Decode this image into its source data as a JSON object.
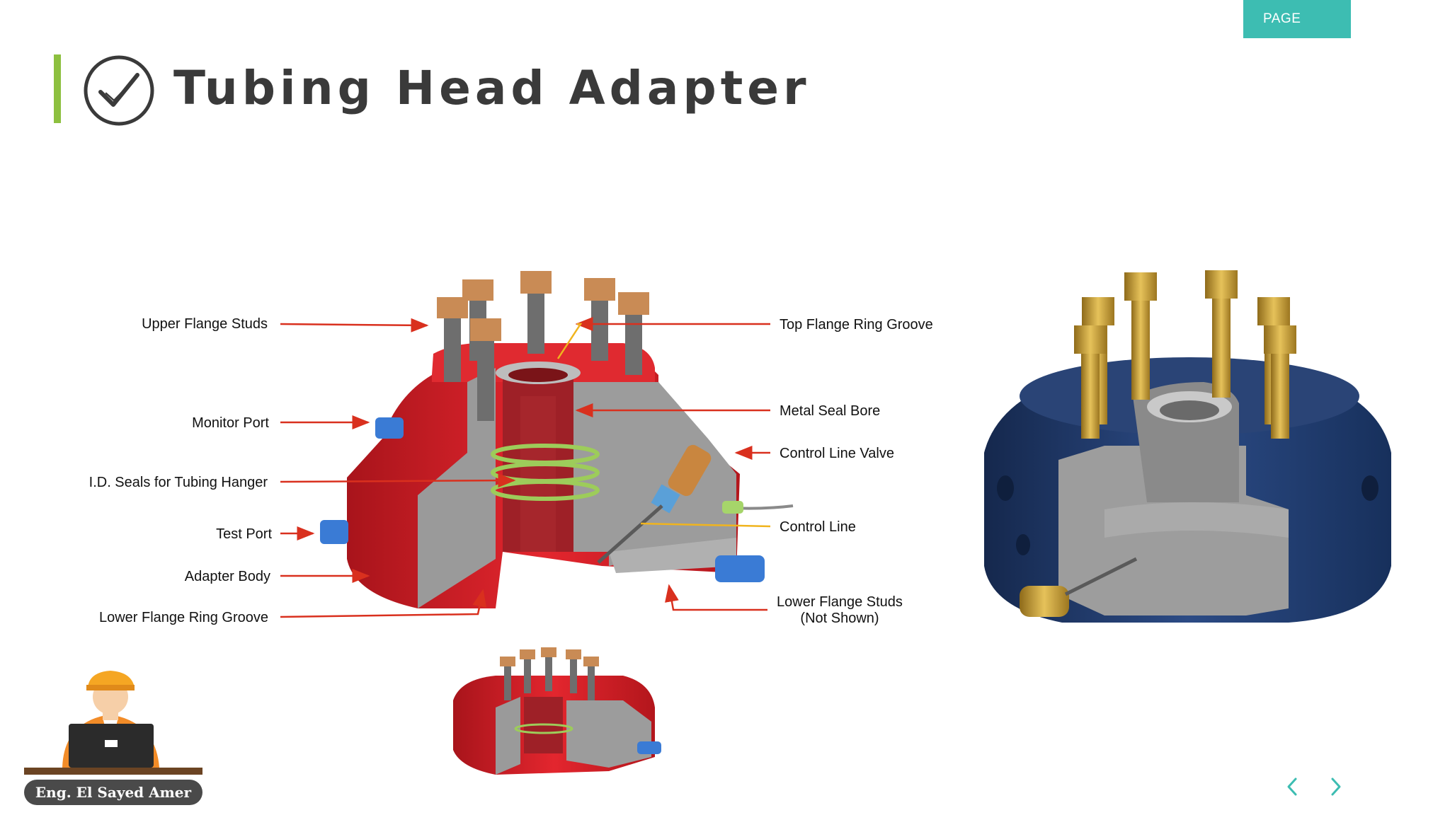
{
  "header": {
    "page_tab": "PAGE",
    "title": "Tubing Head Adapter"
  },
  "callouts": {
    "upper_flange_studs": "Upper Flange Studs",
    "monitor_port": "Monitor Port",
    "id_seals": "I.D. Seals for Tubing Hanger",
    "test_port": "Test Port",
    "adapter_body": "Adapter Body",
    "lower_flange_ring_groove": "Lower Flange Ring Groove",
    "top_flange_ring_groove": "Top Flange Ring Groove",
    "metal_seal_bore": "Metal Seal Bore",
    "control_line_valve": "Control Line Valve",
    "control_line": "Control Line",
    "lower_flange_studs_line1": "Lower Flange Studs",
    "lower_flange_studs_line2": "(Not Shown)"
  },
  "footer": {
    "author": "Eng. El Sayed Amer"
  },
  "icons": {
    "title_icon": "check-circle-icon",
    "prev": "chevron-left-icon",
    "next": "chevron-right-icon"
  },
  "colors": {
    "accent_teal": "#3dbdb2",
    "accent_green": "#8dc03f",
    "arrow_red": "#d9301e",
    "body_red": "#d8232a",
    "steel_gray": "#8f8f8f",
    "navy_body": "#1f3a6b",
    "brass": "#c9a236"
  }
}
